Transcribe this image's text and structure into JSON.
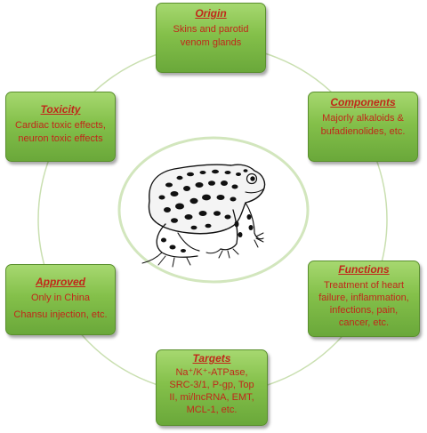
{
  "nodes": {
    "origin": {
      "title": "Origin",
      "lines": [
        "Skins and parotid",
        "venom glands"
      ]
    },
    "components": {
      "title": "Components",
      "lines": [
        "Majorly alkaloids &",
        "bufadienolides, etc."
      ]
    },
    "functions": {
      "title": "Functions",
      "lines": [
        "Treatment of heart",
        "failure, inflammation,",
        "infections, pain,",
        "cancer, etc."
      ]
    },
    "targets": {
      "title": "Targets",
      "lines": [
        "Na⁺/K⁺-ATPase,",
        "SRC-3/1, P-gp, Top",
        "II, mi/lncRNA, EMT,",
        "MCL-1, etc."
      ]
    },
    "approved": {
      "title": "Approved",
      "lines": [
        "Only in China",
        "Chansu injection, etc."
      ]
    },
    "toxicity": {
      "title": "Toxicity",
      "lines": [
        "Cardiac toxic effects,",
        "neuron toxic effects"
      ]
    }
  },
  "colors": {
    "box_fill": "#84c04a",
    "box_text": "#c0281a",
    "ring": "#c9dfb0"
  },
  "center_image": "toad-illustration"
}
